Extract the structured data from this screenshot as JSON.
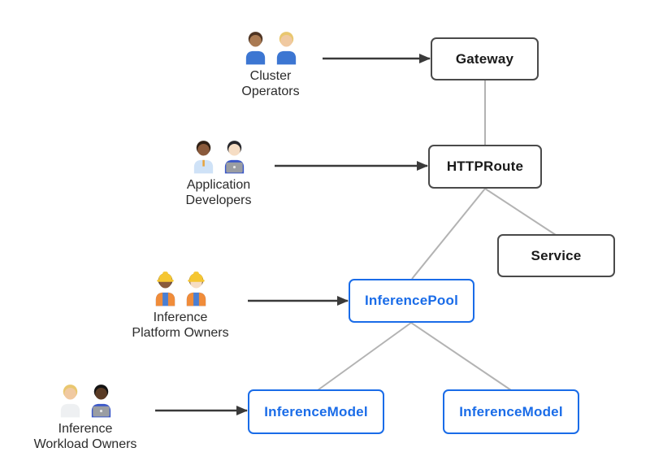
{
  "personas": [
    {
      "name": "Cluster Operators",
      "label_line1": "Cluster",
      "label_line2": "Operators",
      "figures": [
        {
          "icon": "man-mechanic-emoji",
          "emoji": "👨🏽‍🔧",
          "skin": "#aa7a52",
          "hair": "#4f3523",
          "shirt": "#3c76d2"
        },
        {
          "icon": "woman-mechanic-emoji",
          "emoji": "👩🏼‍🔧",
          "skin": "#f0c9a1",
          "hair": "#e9c76f",
          "shirt": "#3c76d2"
        }
      ]
    },
    {
      "name": "Application Developers",
      "label_line1": "Application",
      "label_line2": "Developers",
      "figures": [
        {
          "icon": "man-office-worker-emoji",
          "emoji": "👨🏾‍💼",
          "skin": "#8a5a3b",
          "hair": "#2f2015",
          "shirt": "#cfe2f7",
          "tie": "#e8a33d"
        },
        {
          "icon": "woman-technologist-emoji",
          "emoji": "👩🏻‍💻",
          "skin": "#f6ddc4",
          "hair": "#26262b",
          "shirt": "#3a57c9",
          "laptop": "#9a9da2"
        }
      ]
    },
    {
      "name": "Inference Platform Owners",
      "label_line1": "Inference",
      "label_line2": "Platform Owners",
      "figures": [
        {
          "icon": "woman-construction-worker-emoji",
          "emoji": "👷🏾‍♀️",
          "skin": "#8a5a3b",
          "hair": "#2b2126",
          "shirt": "#4a7fd4",
          "vest": "#f08c3a",
          "hat": "#f5c632"
        },
        {
          "icon": "man-construction-worker-emoji",
          "emoji": "👷🏻",
          "skin": "#f6ddc4",
          "hair": "#6b4a2f",
          "shirt": "#4a7fd4",
          "vest": "#f08c3a",
          "hat": "#f5c632"
        }
      ]
    },
    {
      "name": "Inference Workload Owners",
      "label_line1": "Inference",
      "label_line2": "Workload Owners",
      "figures": [
        {
          "icon": "health-worker-emoji",
          "emoji": "🧑🏼‍⚕️",
          "skin": "#f0c9a1",
          "hair": "#e9c76f",
          "shirt": "#eef0f2"
        },
        {
          "icon": "man-technologist-emoji",
          "emoji": "👨🏿‍💻",
          "skin": "#5a3b25",
          "hair": "#141414",
          "shirt": "#3a57c9",
          "laptop": "#9a9da2"
        }
      ]
    }
  ],
  "nodes": [
    {
      "id": "gateway",
      "label": "Gateway",
      "style": "core"
    },
    {
      "id": "httproute",
      "label": "HTTPRoute",
      "style": "core"
    },
    {
      "id": "service",
      "label": "Service",
      "style": "core"
    },
    {
      "id": "inferencepool",
      "label": "InferencePool",
      "style": "extension"
    },
    {
      "id": "inferencemodel-left",
      "label": "InferenceModel",
      "style": "extension"
    },
    {
      "id": "inferencemodel-right",
      "label": "InferenceModel",
      "style": "extension"
    }
  ],
  "colors": {
    "core_border": "#4a4a4a",
    "core_text": "#1a1a1a",
    "extension_border": "#1a6ce8",
    "extension_text": "#1a6ce8",
    "edge": "#b3b3b3",
    "arrow": "#3a3a3a",
    "label_text": "#2b2b2b",
    "background": "#ffffff"
  }
}
